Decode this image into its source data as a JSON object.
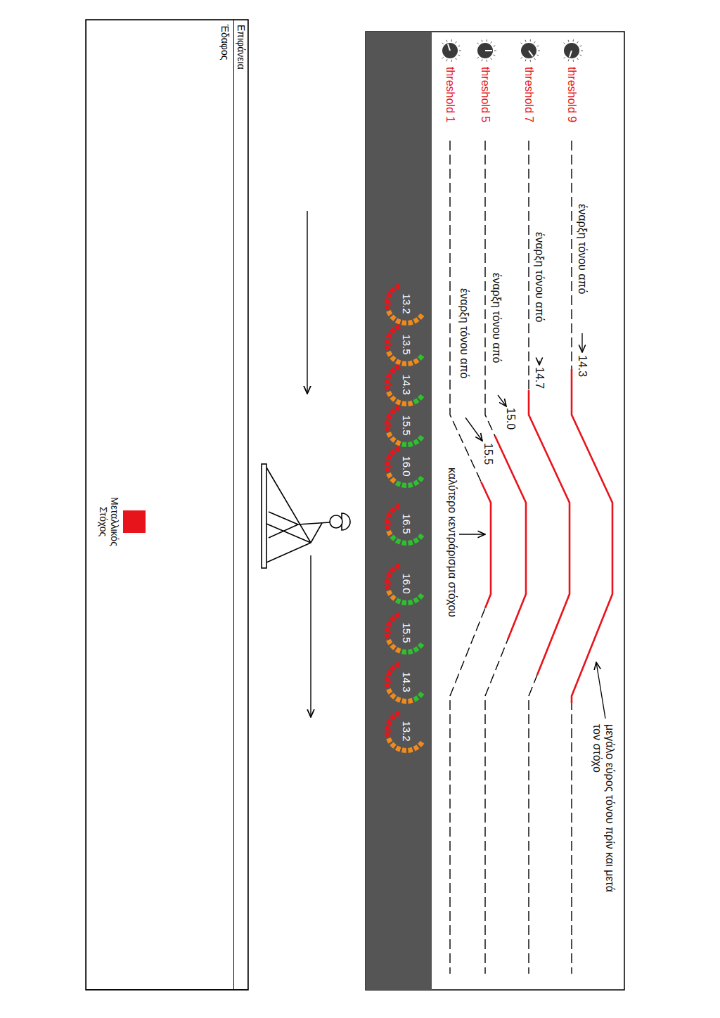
{
  "diagram": {
    "nodes": [
      {
        "text": [
          "13.2"
        ]
      },
      {
        "text": [
          "13.5"
        ]
      },
      {
        "text": [
          "14.3"
        ]
      },
      {
        "text": [
          "15.5"
        ]
      },
      {
        "text": [
          "16.0"
        ]
      },
      {
        "text": [
          "16.5"
        ]
      },
      {
        "text": [
          "16.0"
        ]
      },
      {
        "text": [
          "15.5"
        ]
      },
      {
        "text": [
          "14.3"
        ]
      },
      {
        "text": [
          "13.2"
        ]
      },
      {
        "text": [
          "Επιφάνεια"
        ]
      },
      {
        "text": [
          "Έδαφος"
        ]
      },
      {
        "text": [
          "Μεταλλικός Στόχος"
        ],
        "in": 11
      }
    ],
    "labels": [
      "threshold 9",
      "threshold 7",
      "threshold 5",
      "threshold 1",
      "έναρξη τόνου από",
      "14.3",
      "έναρξη τόνου από",
      "14.7",
      "έναρξη τόνου από",
      "15.0",
      "έναρξη τόνου από",
      "15.5",
      "καλύτερο κεντράρισμα στόχου",
      "μεγάλο εύρος τόνου πρίν και μετά τον στόχο"
    ]
  }
}
